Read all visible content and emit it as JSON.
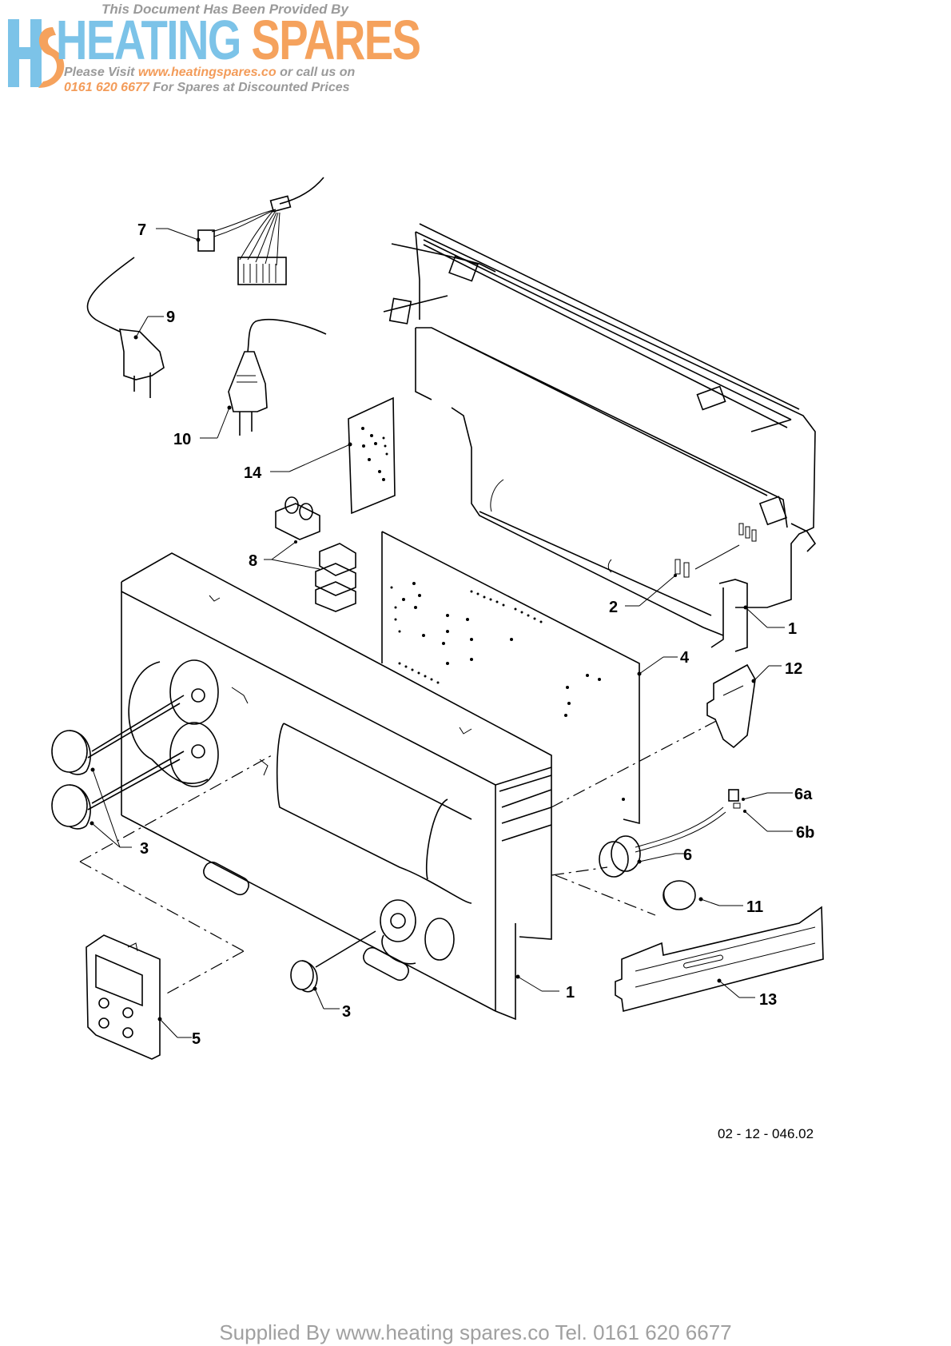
{
  "banner": {
    "provided_by": "This Document Has Been Provided By",
    "brand_word_1": "HEATING",
    "brand_word_2": "SPARES",
    "visit_prefix": "Please Visit",
    "visit_url": "www.heatingspares.co",
    "visit_suffix": "or call us on",
    "phone": "0161 620 6677",
    "prices_text": "For Spares at Discounted Prices",
    "colors": {
      "blue": "#7cc3e8",
      "orange": "#f5a25d",
      "grey": "#9a9a9a"
    }
  },
  "callouts": [
    "7",
    "9",
    "10",
    "14",
    "8",
    "2",
    "1",
    "4",
    "12",
    "6a",
    "6b",
    "6",
    "3",
    "11",
    "1",
    "13",
    "3",
    "5"
  ],
  "drawing_ref": "02 - 12 - 046.02",
  "footer": "Supplied By www.heating spares.co  Tel. 0161 620 6677"
}
